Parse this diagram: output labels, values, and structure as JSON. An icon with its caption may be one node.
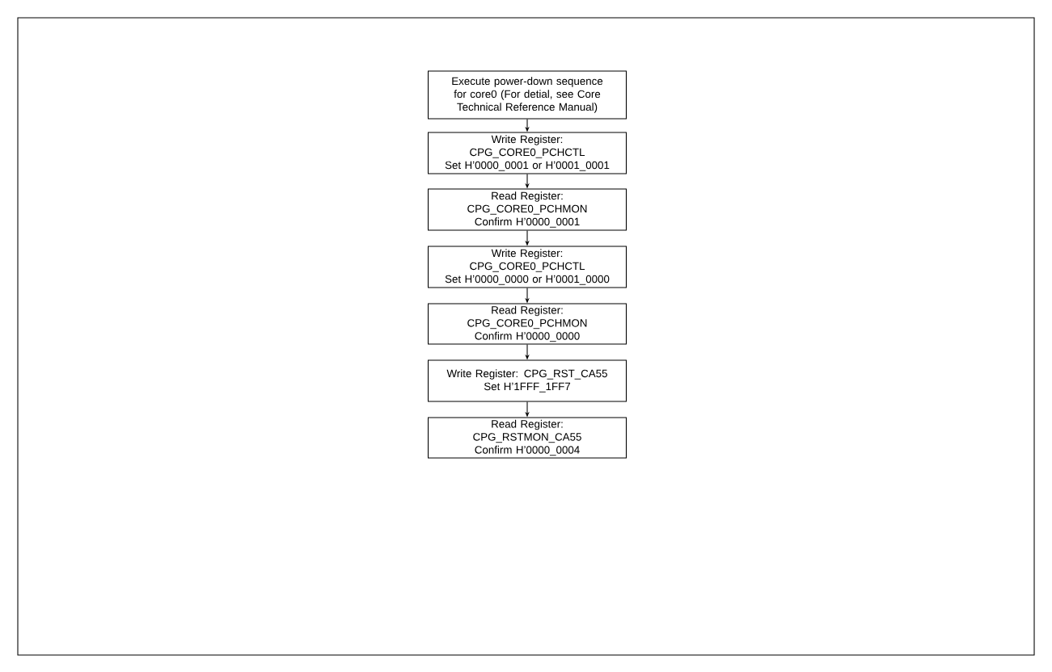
{
  "diagram": {
    "nodes": [
      {
        "text": [
          "Execute power-down sequence for core0 (For detial, see Core Technical Reference Manual)"
        ]
      },
      {
        "text": [
          "Write Register: CPG_CORE0_PCHCTL",
          "Set H’0000_0001 or H’0001_0001"
        ]
      },
      {
        "text": [
          "Read Register: CPG_CORE0_PCHMON",
          "Confirm H’0000_0001"
        ]
      },
      {
        "text": [
          "Write Register: CPG_CORE0_PCHCTL",
          "Set H’0000_0000 or H’0001_0000"
        ]
      },
      {
        "text": [
          "Read Register: CPG_CORE0_PCHMON",
          "Confirm H’0000_0000"
        ]
      },
      {
        "text": [
          "Write Register: CPG_RST_CA55",
          "Set H’1FFF_1FF7"
        ]
      },
      {
        "text": [
          "Read Register: CPG_RSTMON_CA55",
          "Confirm H’0000_0004"
        ]
      }
    ],
    "edges": [
      {
        "from": 0,
        "to": 1,
        "arrow": "to"
      },
      {
        "from": 1,
        "to": 2,
        "arrow": "to"
      },
      {
        "from": 2,
        "to": 3,
        "arrow": "to"
      },
      {
        "from": 3,
        "to": 4,
        "arrow": "to"
      },
      {
        "from": 4,
        "to": 5,
        "arrow": "to"
      },
      {
        "from": 5,
        "to": 6,
        "arrow": "to"
      }
    ]
  }
}
